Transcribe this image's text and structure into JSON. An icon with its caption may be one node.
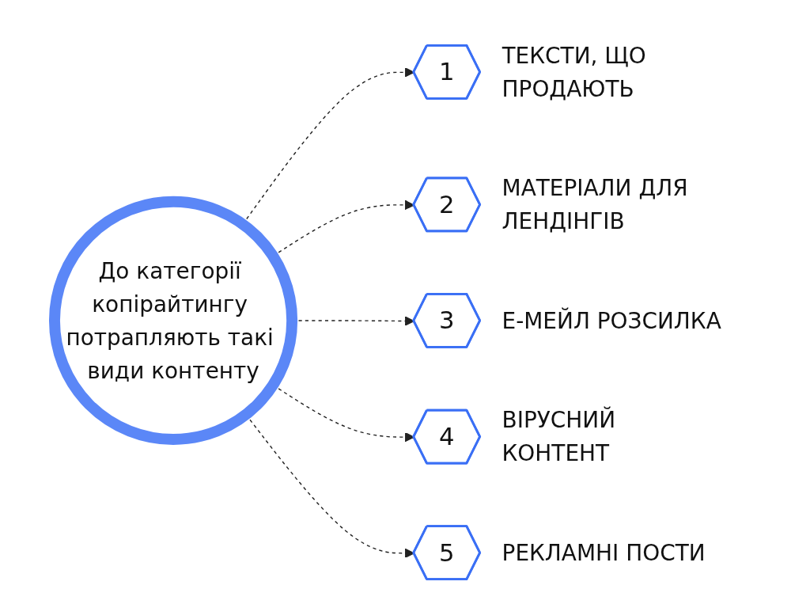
{
  "diagram": {
    "nodes": [
      {
        "text": [
          "До категорії копірайтингу потрапляють такі види контенту"
        ]
      },
      {
        "text": [
          "1"
        ],
        "beside": [
          "ТЕКСТИ, ЩО ПРОДАЮТЬ"
        ]
      },
      {
        "text": [
          "2"
        ],
        "beside": [
          "МАТЕРІАЛИ ДЛЯ ЛЕНДІНГІВ"
        ]
      },
      {
        "text": [
          "3"
        ],
        "beside": [
          "Е-МЕЙЛ РОЗСИЛКА"
        ]
      },
      {
        "text": [
          "4"
        ],
        "beside": [
          "ВІРУСНИЙ КОНТЕНТ"
        ]
      },
      {
        "text": [
          "5"
        ],
        "beside": [
          "РЕКЛАМНІ ПОСТИ"
        ]
      }
    ],
    "edges": [
      {
        "from": 0,
        "to": 1,
        "arrow": "to",
        "style": "dashed"
      },
      {
        "from": 0,
        "to": 2,
        "arrow": "to",
        "style": "dashed"
      },
      {
        "from": 0,
        "to": 3,
        "arrow": "to",
        "style": "dashed"
      },
      {
        "from": 0,
        "to": 4,
        "arrow": "to",
        "style": "dashed"
      },
      {
        "from": 0,
        "to": 5,
        "arrow": "to",
        "style": "dashed"
      }
    ]
  }
}
